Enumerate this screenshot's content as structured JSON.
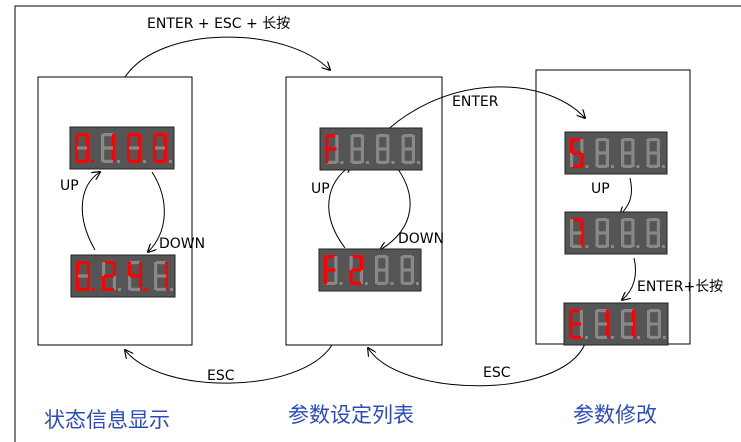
{
  "labels": {
    "enter_esc_hold": "ENTER + ESC + 长按",
    "enter": "ENTER",
    "enter_hold": "ENTER+长按",
    "esc_left": "ESC",
    "esc_right": "ESC",
    "up_status": "UP",
    "down_status": "DOWN",
    "up_params": "UP",
    "down_params": "DOWN",
    "up_modify": "UP"
  },
  "titles": {
    "status": "状态信息显示",
    "params": "参数设定列表",
    "modify": "参数修改"
  },
  "displays": [
    {
      "id": "status-1",
      "digits": [
        "0",
        "1",
        "0",
        "0"
      ],
      "lit": [
        true,
        true,
        true,
        true
      ],
      "dots": [
        true,
        false,
        false,
        false
      ]
    },
    {
      "id": "status-2",
      "digits": [
        "0",
        "2",
        "4",
        "1"
      ],
      "lit": [
        true,
        true,
        true,
        true
      ],
      "dots": [
        true,
        false,
        true,
        false
      ]
    },
    {
      "id": "params-1",
      "digits": [
        "F",
        "1",
        "8",
        "8"
      ],
      "lit": [
        true,
        false,
        false,
        false
      ],
      "dots": [
        false,
        false,
        false,
        false
      ]
    },
    {
      "id": "params-2",
      "digits": [
        "F",
        "2",
        "8",
        "8"
      ],
      "lit": [
        true,
        true,
        false,
        false
      ],
      "dots": [
        false,
        false,
        false,
        false
      ]
    },
    {
      "id": "modify-1",
      "digits": [
        "5",
        "8",
        "8",
        "8"
      ],
      "lit": [
        true,
        false,
        false,
        false
      ],
      "dots": [
        false,
        false,
        false,
        false
      ]
    },
    {
      "id": "modify-2",
      "digits": [
        "7",
        "8",
        "8",
        "8"
      ],
      "lit": [
        true,
        false,
        false,
        false
      ],
      "dots": [
        false,
        false,
        false,
        false
      ]
    },
    {
      "id": "modify-3",
      "digits": [
        "E",
        "1",
        "1",
        "3"
      ],
      "lit": [
        true,
        true,
        true,
        false
      ],
      "dots": [
        false,
        false,
        false,
        false
      ]
    }
  ],
  "colors": {
    "panel_bg": "#555555",
    "segment_on": "#ff0000",
    "segment_off": "#888888",
    "title": "#2b4bbf"
  }
}
